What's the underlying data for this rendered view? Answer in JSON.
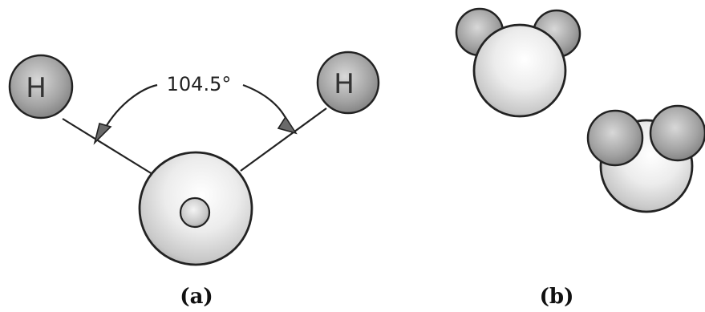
{
  "angle_label": "104.5°",
  "atom_labels": {
    "hydrogen_left": "H",
    "hydrogen_right": "H"
  },
  "panel_labels": {
    "a": "(a)",
    "b": "(b)"
  }
}
